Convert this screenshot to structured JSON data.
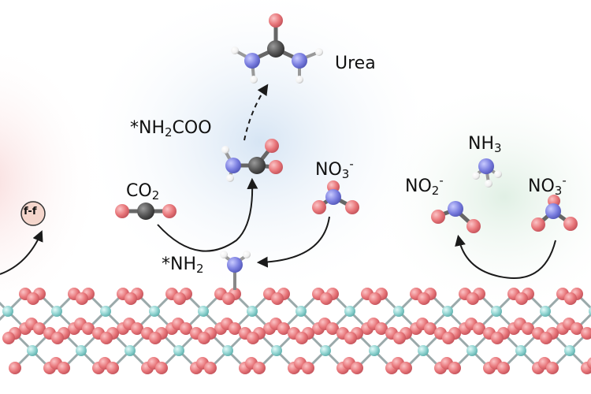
{
  "labels": {
    "urea": "Urea",
    "nh2coo": {
      "prefix": "*NH",
      "sub": "2",
      "suffix": "COO"
    },
    "co2": {
      "base": "CO",
      "sub": "2"
    },
    "no3_left": {
      "base": "NO",
      "sub": "3",
      "sup": "-"
    },
    "nh2": {
      "prefix": "*NH",
      "sub": "2"
    },
    "nh3": {
      "base": "NH",
      "sub": "3"
    },
    "no2": {
      "base": "NO",
      "sub": "2",
      "sup": "-"
    },
    "no3_right": {
      "base": "NO",
      "sub": "3",
      "sup": "-"
    },
    "fe_symbol": "f-f"
  },
  "colors": {
    "oxygen": "#e8767a",
    "metal": "#8fd3d0",
    "nitrogen": "#7b7fe0",
    "carbon": "#555555",
    "hydrogen": "#f2f2f2",
    "arrow": "#1a1a1a"
  }
}
